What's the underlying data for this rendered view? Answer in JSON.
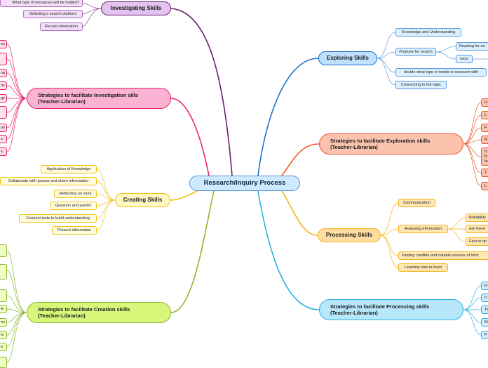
{
  "central": "Research/Inquiry Process",
  "colors": {
    "purple": "#6a1f6e",
    "pink": "#e8236f",
    "yellow": "#f0c419",
    "green": "#8ab832",
    "blue": "#1f6fc9",
    "orange": "#e8592a",
    "amber": "#f4b41b",
    "cyan": "#29b1e3"
  },
  "investigating": {
    "title": "Investigating Skills",
    "leaves": [
      "What type of resources will be helpful?",
      "Selecting a search platform",
      "Record information"
    ]
  },
  "strat_investigation": {
    "title_line1": "Strategies to facilitate Investigation sills",
    "title_line2": "(Teacher-Librarian)",
    "leaves": [
      "es",
      "",
      "ng",
      "ns",
      "gy",
      "",
      "on",
      "s.",
      "s."
    ]
  },
  "creating": {
    "title": "Creating Skills",
    "leaves": [
      "Application of Knowledge",
      "Collaborate with groups and share information",
      "Reflecting on work",
      "Question and predict",
      "Connect texts to build understanding",
      "Present information"
    ]
  },
  "strat_creation": {
    "title_line1": "Strategies to facilitate Creation skills",
    "title_line2": "(Teacher-Librarian)",
    "leaves": [
      "",
      "",
      "",
      "le",
      "ns",
      "ts",
      "e.",
      ""
    ]
  },
  "exploring": {
    "title": "Exploring Skills",
    "leaves": [
      "Knowledge and Understanding",
      "Purpose for search",
      "decide what type of media to research with",
      "Connecting to the topic"
    ],
    "sub_leaves": [
      "Reading for en",
      "ness"
    ]
  },
  "strat_exploration": {
    "title_line1": "Strategies to facilitate Exploration skills",
    "title_line2": "(Teacher-Librarian)",
    "leaves": [
      "H",
      "L",
      "F",
      "R",
      "S\nfc\nto",
      "T",
      "L"
    ]
  },
  "processing": {
    "title": "Processing Skills",
    "leaves": [
      "Communication",
      "Analyzing information",
      "Finding credible and reliable sources of infor",
      "Learning how to learn"
    ],
    "sub_leaves": [
      "Reliability",
      "Are there",
      "Fact or op"
    ]
  },
  "strat_processing": {
    "title_line1": "Strategies to facilitate Processing skills",
    "title_line2": "(Teacher-Librarian)",
    "leaves": [
      "H",
      "Ir",
      "Te",
      "M",
      "P"
    ]
  }
}
